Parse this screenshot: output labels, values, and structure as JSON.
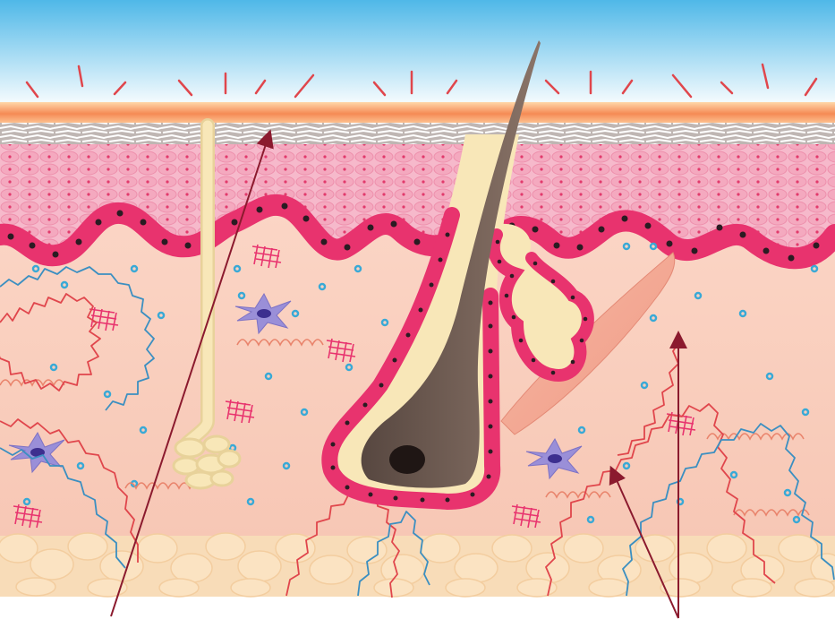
{
  "figure": {
    "kind": "skin cross-section illustration",
    "background": "#ffffff"
  },
  "colors": {
    "sky_top": "#4fb8e8",
    "sky_bottom": "#ffffff",
    "sun_rays": "#e0464c",
    "surface_glow": "#f58a55",
    "stratum_corneum": "#d9d2cf",
    "epidermis": "#f4a9bf",
    "basal_cells": "#e8336e",
    "nucleus": "#2a1b22",
    "dermis": "#fbd9c8",
    "fat": "#fbe3c2",
    "hair": "#6e5a50",
    "follicle_sheath": "#f8e7b8",
    "artery": "#e0464c",
    "vein": "#3b8fc1",
    "fibroblast": "#9a8fd8",
    "collagen_mesh": "#e8336e",
    "dots": "#39a9d6",
    "arrow": "#8b1a2e"
  },
  "structures": [
    {
      "name": "sunlight"
    },
    {
      "name": "stratum-corneum"
    },
    {
      "name": "epidermis"
    },
    {
      "name": "basal-layer"
    },
    {
      "name": "dermis"
    },
    {
      "name": "sweat-gland"
    },
    {
      "name": "hair"
    },
    {
      "name": "hair-follicle"
    },
    {
      "name": "sebaceous-gland"
    },
    {
      "name": "arrector-pili-muscle"
    },
    {
      "name": "blood-vessels"
    },
    {
      "name": "fibroblasts"
    },
    {
      "name": "collagen"
    },
    {
      "name": "elastin"
    },
    {
      "name": "subcutaneous-fat"
    }
  ],
  "pointers": [
    {
      "name": "pointer-left-to-surface"
    },
    {
      "name": "pointer-right-to-vessel-a"
    },
    {
      "name": "pointer-right-to-vessel-b"
    }
  ]
}
